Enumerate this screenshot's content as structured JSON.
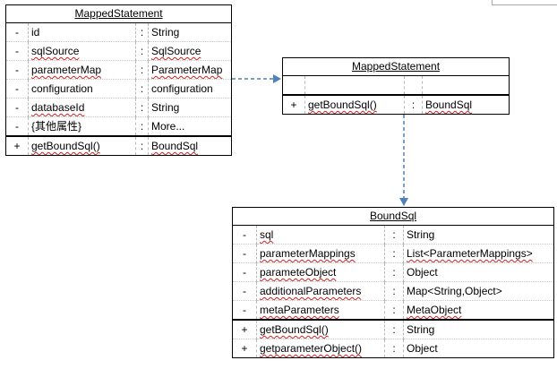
{
  "mapped_statement_full": {
    "title": "MappedStatement",
    "fields": [
      {
        "vis": "-",
        "name": "id",
        "colon": ":",
        "type": "String"
      },
      {
        "vis": "-",
        "name": "sqlSource",
        "colon": ":",
        "type": "SqlSource"
      },
      {
        "vis": "-",
        "name": "parameterMap",
        "colon": ":",
        "type": "ParameterMap"
      },
      {
        "vis": "-",
        "name": "configuration",
        "colon": ":",
        "type": "configuration"
      },
      {
        "vis": "-",
        "name": "databaseId",
        "colon": ":",
        "type": "String"
      },
      {
        "vis": "-",
        "name": "{其他属性}",
        "colon": ":",
        "type": "More..."
      }
    ],
    "methods": [
      {
        "vis": "+",
        "name": "getBoundSql()",
        "colon": ":",
        "type": "BoundSql"
      }
    ]
  },
  "mapped_statement_small": {
    "title": "MappedStatement",
    "methods": [
      {
        "vis": "+",
        "name": "getBoundSql()",
        "colon": ":",
        "type": "BoundSql"
      }
    ]
  },
  "bound_sql": {
    "title": "BoundSql",
    "fields": [
      {
        "vis": "-",
        "name": "sql",
        "colon": ":",
        "type": "String"
      },
      {
        "vis": "-",
        "name": "parameterMappings",
        "colon": ":",
        "type": "List<ParameterMappings>"
      },
      {
        "vis": "-",
        "name": "parameteObject",
        "colon": ":",
        "type": "Object"
      },
      {
        "vis": "-",
        "name": "additionalParameters",
        "colon": ":",
        "type": "Map<String,Object>"
      },
      {
        "vis": "-",
        "name": "metaParameters",
        "colon": ":",
        "type": "MetaObject"
      }
    ],
    "methods": [
      {
        "vis": "+",
        "name": "getBoundSql()",
        "colon": ":",
        "type": "String"
      },
      {
        "vis": "+",
        "name": "getparameterObject()",
        "colon": ":",
        "type": "Object"
      }
    ]
  },
  "colors": {
    "arrow": "#4f81bd",
    "line": "#000000"
  }
}
